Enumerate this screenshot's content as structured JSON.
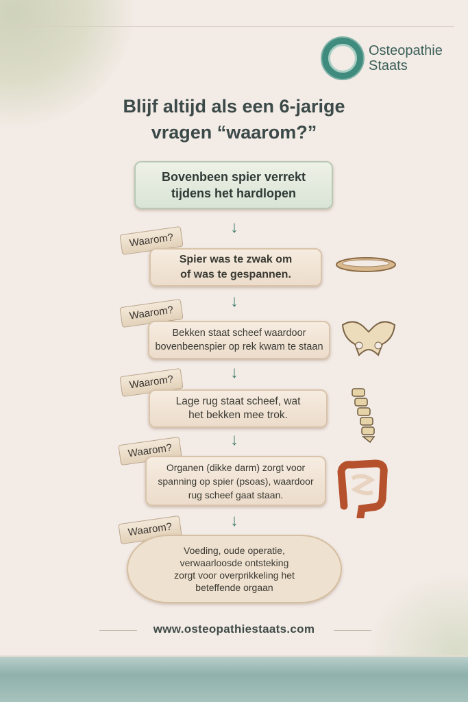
{
  "logo": {
    "line1": "Osteopathie",
    "line2": "Staats"
  },
  "title": {
    "line1": "Blijf altijd als een 6-jarige",
    "line2": "vragen “waarom?”"
  },
  "start": {
    "line1": "Bovenbeen spier verrekt",
    "line2": "tijdens het hardlopen"
  },
  "steps": [
    {
      "banner": "Waarom?",
      "line1": "Spier was te zwak om",
      "line2": "of was te gespannen.",
      "line3": "",
      "icon": "muscle-ring-icon"
    },
    {
      "banner": "Waarom?",
      "line1": "Bekken staat scheef waardoor",
      "line2": "bovenbeenspier op rek kwam te staan",
      "line3": "",
      "icon": "pelvis-icon"
    },
    {
      "banner": "Waarom?",
      "line1": "Lage rug staat scheef, wat",
      "line2": "het bekken mee trok.",
      "line3": "",
      "icon": "spine-icon"
    },
    {
      "banner": "Waarom?",
      "line1": "Organen (dikke darm) zorgt voor",
      "line2": "spanning op spier (psoas), waardoor",
      "line3": "rug scheef gaat staan.",
      "icon": "intestine-icon"
    }
  ],
  "final": {
    "banner": "Waarom?",
    "line1": "Voeding, oude operatie,",
    "line2": "verwaarloosde ontsteking",
    "line3": "zorgt voor overprikkeling het",
    "line4": "beteffende orgaan"
  },
  "footer": {
    "url": "www.osteopathiestaats.com"
  },
  "colors": {
    "accent": "#3d7a6a",
    "background": "#f3ebe6",
    "band": "#8fb1ac"
  }
}
